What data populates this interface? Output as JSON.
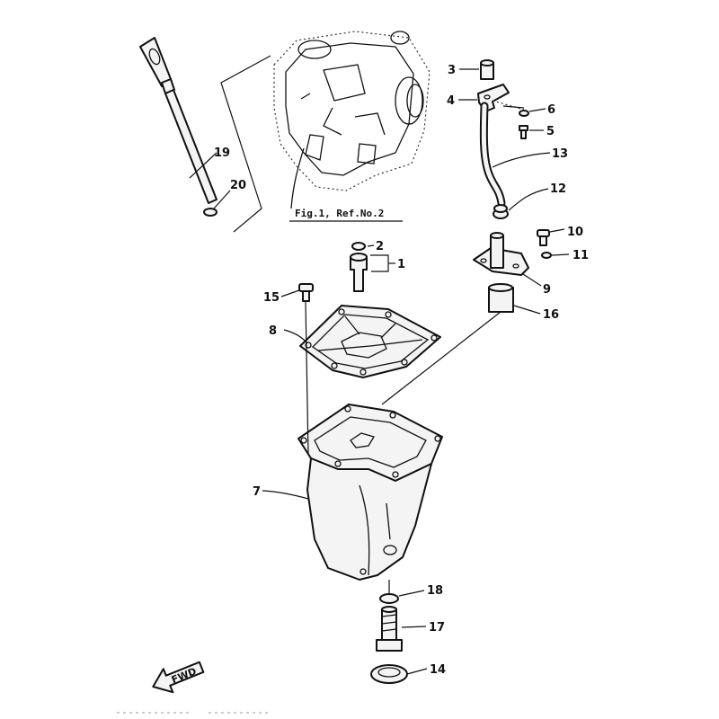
{
  "reference_label": "Fig.1, Ref.No.2",
  "direction_label": "FWD",
  "callouts": [
    {
      "id": "1",
      "label": "1"
    },
    {
      "id": "2",
      "label": "2"
    },
    {
      "id": "3",
      "label": "3"
    },
    {
      "id": "4",
      "label": "4"
    },
    {
      "id": "5",
      "label": "5"
    },
    {
      "id": "6",
      "label": "6"
    },
    {
      "id": "7",
      "label": "7"
    },
    {
      "id": "8",
      "label": "8"
    },
    {
      "id": "9",
      "label": "9"
    },
    {
      "id": "10",
      "label": "10"
    },
    {
      "id": "11",
      "label": "11"
    },
    {
      "id": "12",
      "label": "12"
    },
    {
      "id": "13",
      "label": "13"
    },
    {
      "id": "14",
      "label": "14"
    },
    {
      "id": "15",
      "label": "15"
    },
    {
      "id": "16",
      "label": "16"
    },
    {
      "id": "17",
      "label": "17"
    },
    {
      "id": "18",
      "label": "18"
    },
    {
      "id": "19",
      "label": "19"
    },
    {
      "id": "20",
      "label": "20"
    }
  ]
}
